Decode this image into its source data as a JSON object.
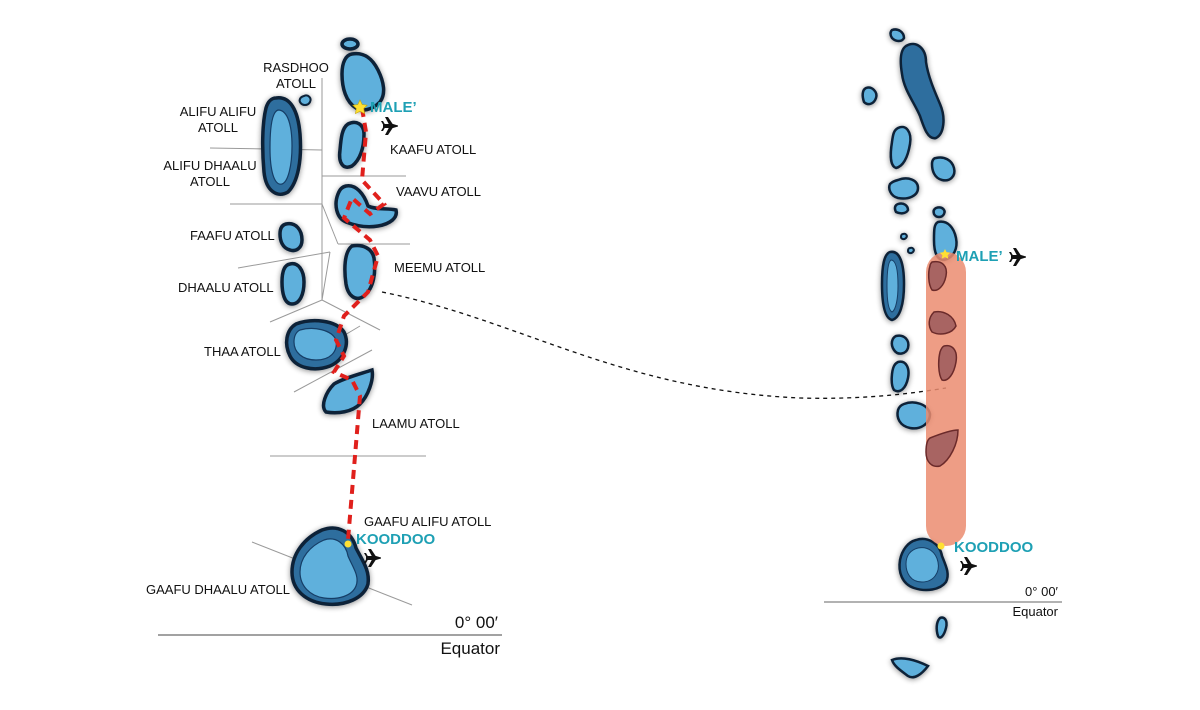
{
  "colors": {
    "atoll_dark": "#0f2a47",
    "atoll_light": "#5fb0dc",
    "lagoon": "#6cc0e6",
    "route": "#e0201c",
    "highlight": "#eb8c70",
    "highlight_atoll": "#a86462",
    "city_label": "#1ea0b4",
    "marker": "#ffe033"
  },
  "left_map": {
    "atolls": [
      {
        "id": "rasdhoo",
        "label_line1": "RASDHOO",
        "label_line2": "ATOLL"
      },
      {
        "id": "alifu-alifu",
        "label_line1": "ALIFU ALIFU",
        "label_line2": "ATOLL"
      },
      {
        "id": "alifu-dhaalu",
        "label_line1": "ALIFU DHAALU",
        "label_line2": "ATOLL"
      },
      {
        "id": "kaafu",
        "label_line1": "KAAFU ATOLL"
      },
      {
        "id": "vaavu",
        "label_line1": "VAAVU ATOLL"
      },
      {
        "id": "faafu",
        "label_line1": "FAAFU ATOLL"
      },
      {
        "id": "meemu",
        "label_line1": "MEEMU ATOLL"
      },
      {
        "id": "dhaalu",
        "label_line1": "DHAALU ATOLL"
      },
      {
        "id": "thaa",
        "label_line1": "THAA ATOLL"
      },
      {
        "id": "laamu",
        "label_line1": "LAAMU ATOLL"
      },
      {
        "id": "gaafu-alifu",
        "label_line1": "GAAFU ALIFU ATOLL"
      },
      {
        "id": "gaafu-dhaalu",
        "label_line1": "GAAFU DHAALU ATOLL"
      }
    ],
    "cities": {
      "start": "MALE’",
      "end": "KOODDOO"
    },
    "equator": {
      "degree": "0° 00′",
      "label": "Equator"
    }
  },
  "right_map": {
    "cities": {
      "start": "MALE’",
      "end": "KOODDOO"
    },
    "equator": {
      "degree": "0° 00′",
      "label": "Equator"
    }
  },
  "icons": {
    "airport": "airplane-icon",
    "city_marker": "star-icon",
    "destination_marker": "dot-icon"
  }
}
